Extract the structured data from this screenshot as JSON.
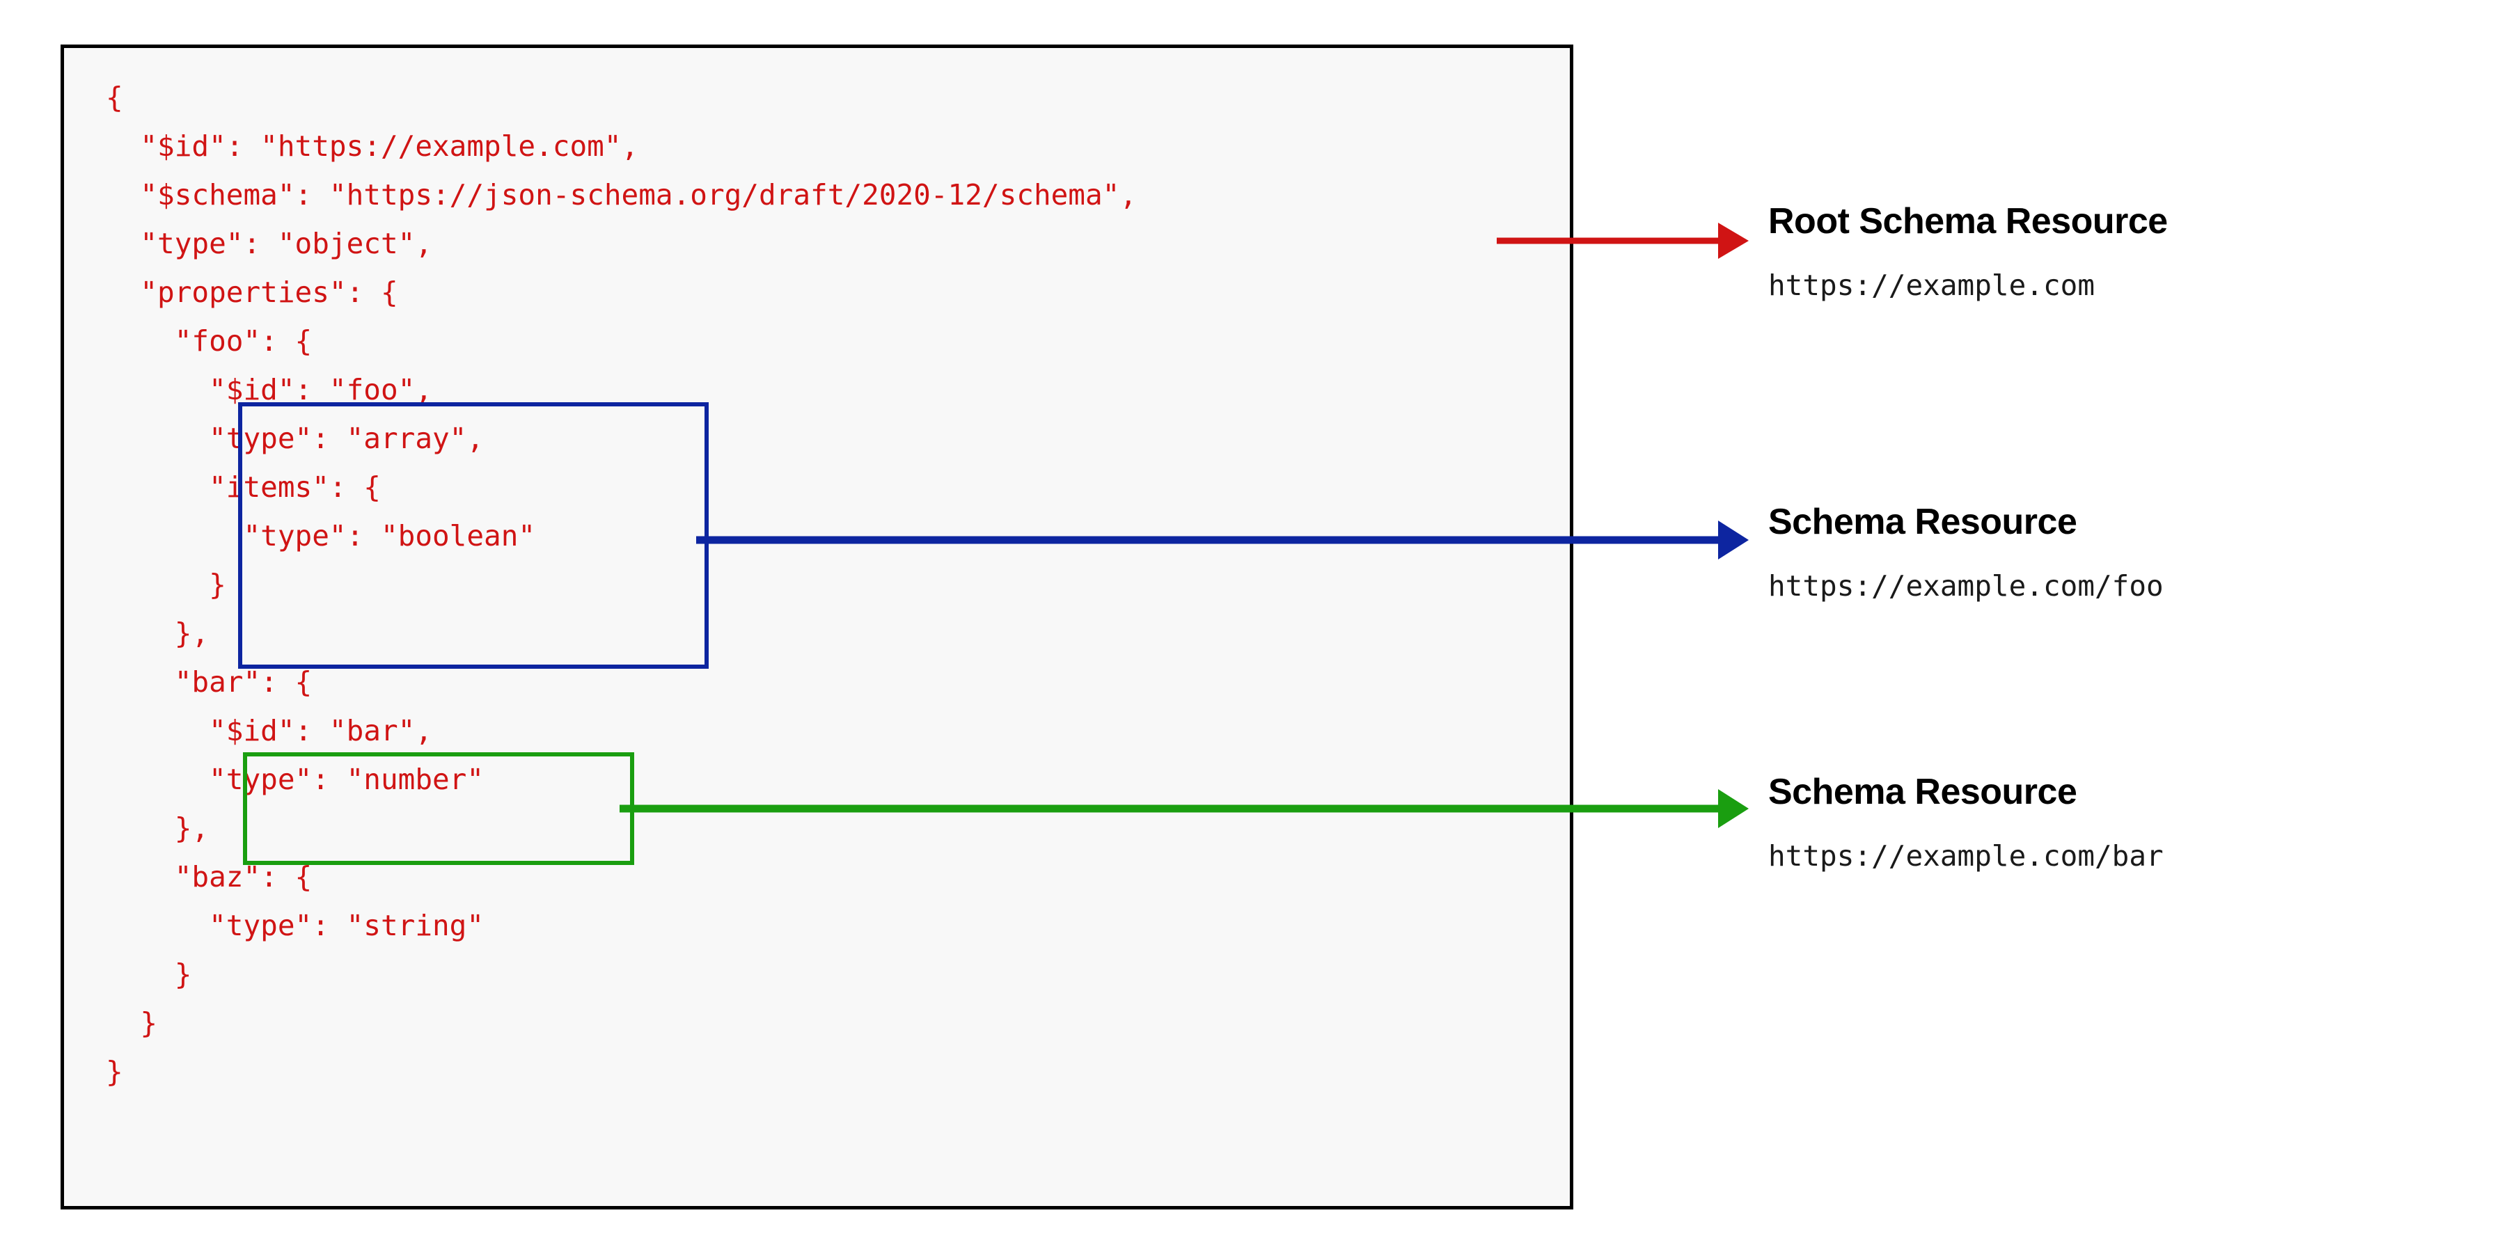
{
  "diagram": {
    "title": "JSON Schema resource identification",
    "panel": {
      "background_color": "#f8f8f8",
      "border_color": "#000000"
    },
    "code": {
      "language": "json",
      "text_color": "#d01414",
      "lines": [
        "{",
        "  \"$id\": \"https://example.com\",",
        "  \"$schema\": \"https://json-schema.org/draft/2020-12/schema\",",
        "  \"type\": \"object\",",
        "  \"properties\": {",
        "    \"foo\": {",
        "      \"$id\": \"foo\",",
        "      \"type\": \"array\",",
        "      \"items\": {",
        "        \"type\": \"boolean\"",
        "      }",
        "    },",
        "    \"bar\": {",
        "      \"$id\": \"bar\",",
        "      \"type\": \"number\"",
        "    },",
        "    \"baz\": {",
        "      \"type\": \"string\"",
        "    }",
        "  }",
        "}"
      ]
    },
    "highlights": [
      {
        "name": "foo-subschema-box",
        "color": "#0d25a0",
        "covers": "\"$id\": \"foo\" through closing brace of items"
      },
      {
        "name": "bar-subschema-box",
        "color": "#1a9e10",
        "covers": "\"$id\": \"bar\" and \"type\": \"number\""
      }
    ],
    "annotations": [
      {
        "id": "root",
        "title": "Root Schema Resource",
        "url": "https://example.com",
        "color": "#d01414",
        "source_line": "\"$schema\": \"https://json-schema.org/draft/2020-12/schema\","
      },
      {
        "id": "foo",
        "title": "Schema Resource",
        "url": "https://example.com/foo",
        "color": "#0d25a0",
        "source_line": "foo subschema"
      },
      {
        "id": "bar",
        "title": "Schema Resource",
        "url": "https://example.com/bar",
        "color": "#1a9e10",
        "source_line": "bar subschema"
      }
    ]
  }
}
